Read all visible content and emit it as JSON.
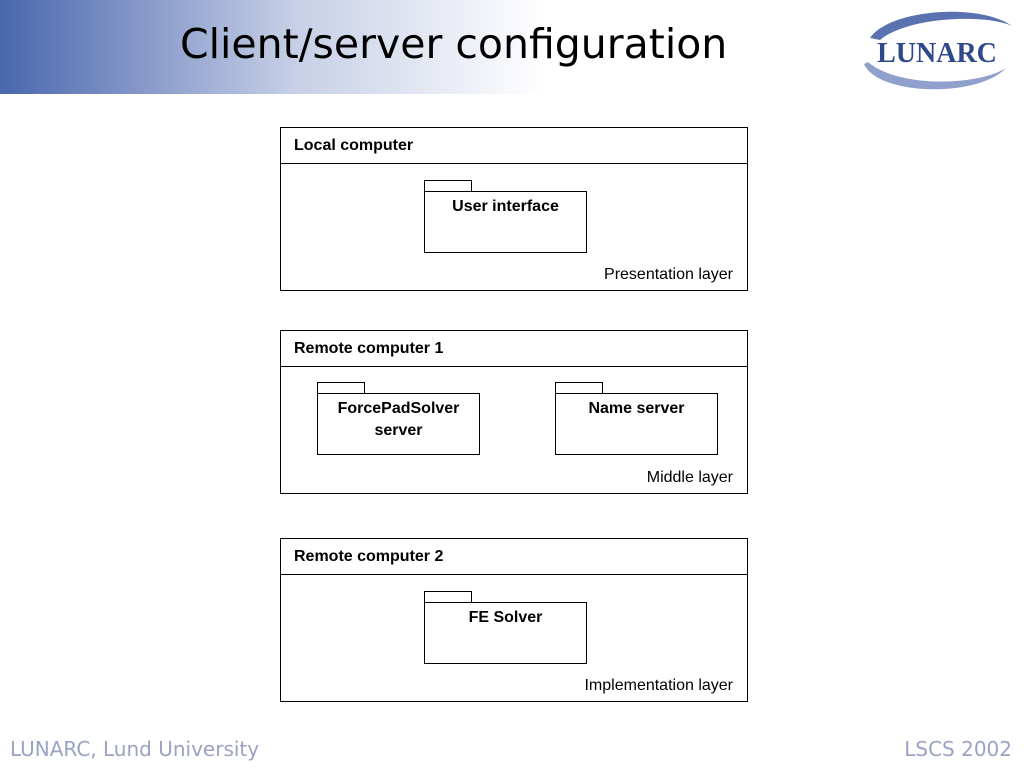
{
  "slide": {
    "title": "Client/server configuration"
  },
  "logo": {
    "text": "LUNARC",
    "color": "#2f4a8a",
    "swoosh_color": "#5a73b0"
  },
  "diagram": {
    "nodes": [
      {
        "name": "Local computer",
        "layer": "Presentation layer",
        "packages": [
          {
            "label": "User interface"
          }
        ]
      },
      {
        "name": "Remote computer 1",
        "layer": "Middle layer",
        "packages": [
          {
            "label": "ForcePadSolver server"
          },
          {
            "label": "Name server"
          }
        ]
      },
      {
        "name": "Remote computer 2",
        "layer": "Implementation layer",
        "packages": [
          {
            "label": "FE Solver"
          }
        ]
      }
    ]
  },
  "footer": {
    "left": "LUNARC, Lund University",
    "right": "LSCS 2002"
  },
  "colors": {
    "title_band_start": "#4a67ad",
    "footer_text": "#9aa3c4"
  }
}
